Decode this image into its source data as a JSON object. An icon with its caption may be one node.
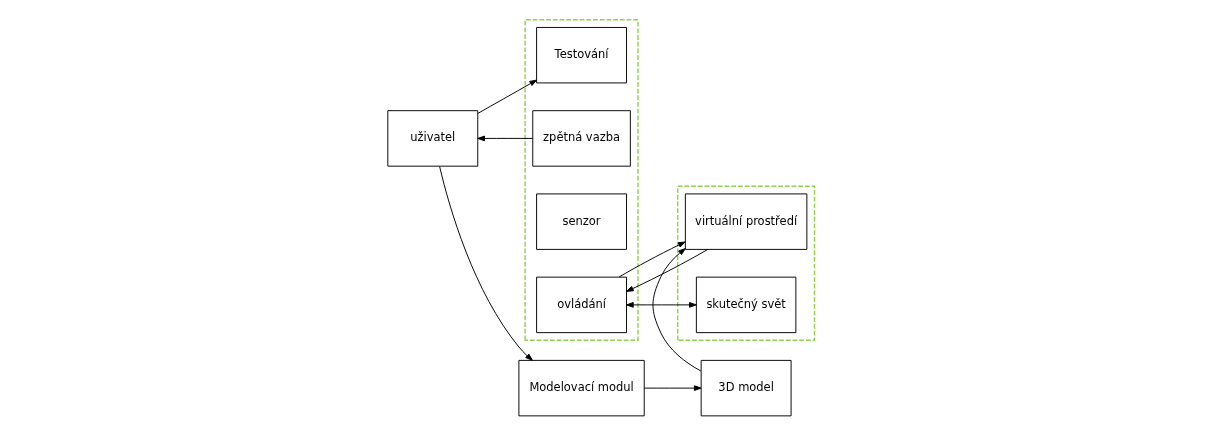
{
  "diagram": {
    "nodes": [
      {
        "text": [
          "uživatel"
        ]
      },
      {
        "text": [],
        "shape": "box"
      },
      {
        "text": [
          "Testování"
        ],
        "in": 1
      },
      {
        "text": [
          "zpětná vazba"
        ],
        "in": 1
      },
      {
        "text": [
          "senzor"
        ],
        "in": 1
      },
      {
        "text": [
          "ovládání"
        ],
        "in": 1
      },
      {
        "text": [],
        "shape": "box"
      },
      {
        "text": [
          "virtuální prostředí"
        ],
        "in": 6
      },
      {
        "text": [
          "skutečný svět"
        ],
        "in": 6
      },
      {
        "text": [
          "3D model"
        ]
      },
      {
        "text": [
          "Modelovací modul"
        ]
      }
    ],
    "edges": [
      {
        "from": 0,
        "to": 2,
        "arrow": "to"
      },
      {
        "from": 3,
        "to": 0,
        "arrow": "to"
      },
      {
        "from": 5,
        "to": 7,
        "arrow": "to"
      },
      {
        "from": 7,
        "to": 5,
        "arrow": "to"
      },
      {
        "from": 5,
        "to": 8,
        "arrow": "both"
      },
      {
        "from": 9,
        "to": 7,
        "arrow": "to"
      },
      {
        "from": 0,
        "to": 10,
        "arrow": "to"
      },
      {
        "from": 10,
        "to": 9,
        "arrow": "to"
      }
    ]
  }
}
